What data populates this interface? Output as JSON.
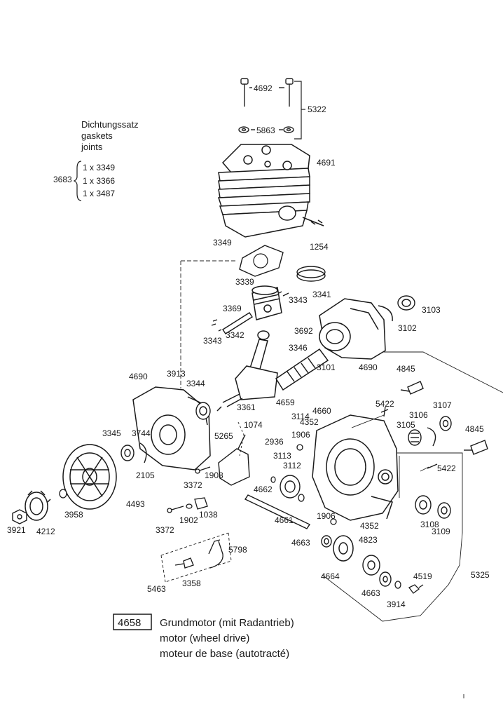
{
  "gasket_set": {
    "title_de": "Dichtungssatz",
    "title_en": "gaskets",
    "title_fr": "joints",
    "number": "3683",
    "items": [
      "1 x 3349",
      "1 x 3366",
      "1 x 3487"
    ]
  },
  "caption": {
    "number": "4658",
    "line_de": "Grundmotor (mit Radantrieb)",
    "line_en": "motor (wheel drive)",
    "line_fr": "moteur de base (autotracté)"
  },
  "part_labels": {
    "p4692": "4692",
    "p5322": "5322",
    "p5863": "5863",
    "p4691": "4691",
    "p1254": "1254",
    "p3349": "3349",
    "p3339": "3339",
    "p3341": "3341",
    "p3343a": "3343",
    "p3369": "3369",
    "p3342": "3342",
    "p3343b": "3343",
    "p3103": "3103",
    "p3102": "3102",
    "p3692": "3692",
    "p3346": "3346",
    "p3101": "3101",
    "p4690a": "4690",
    "p4690b": "4690",
    "p3913": "3913",
    "p3344": "3344",
    "p4845a": "4845",
    "p4845b": "4845",
    "p3361": "3361",
    "p4659": "4659",
    "p1074": "1074",
    "p3114": "3114",
    "p4660": "4660",
    "p5422a": "5422",
    "p5422b": "5422",
    "p4352a": "4352",
    "p4352b": "4352",
    "p3106": "3106",
    "p3107": "3107",
    "p3105": "3105",
    "p3345": "3345",
    "p3744": "3744",
    "p5265": "5265",
    "p2936": "2936",
    "p1906a": "1906",
    "p1906b": "1906",
    "p3113": "3113",
    "p3112": "3112",
    "p2105": "2105",
    "p3372a": "3372",
    "p3372b": "3372",
    "p1908": "1908",
    "p4662": "4662",
    "p4493": "4493",
    "p1038": "1038",
    "p1902": "1902",
    "p4661": "4661",
    "p3108": "3108",
    "p3109": "3109",
    "p3958": "3958",
    "p3921": "3921",
    "p4212": "4212",
    "p4663a": "4663",
    "p4663b": "4663",
    "p4823": "4823",
    "p5798": "5798",
    "p4664": "4664",
    "p5325": "5325",
    "p4519": "4519",
    "p3914": "3914",
    "p5463": "5463",
    "p3358": "3358"
  }
}
